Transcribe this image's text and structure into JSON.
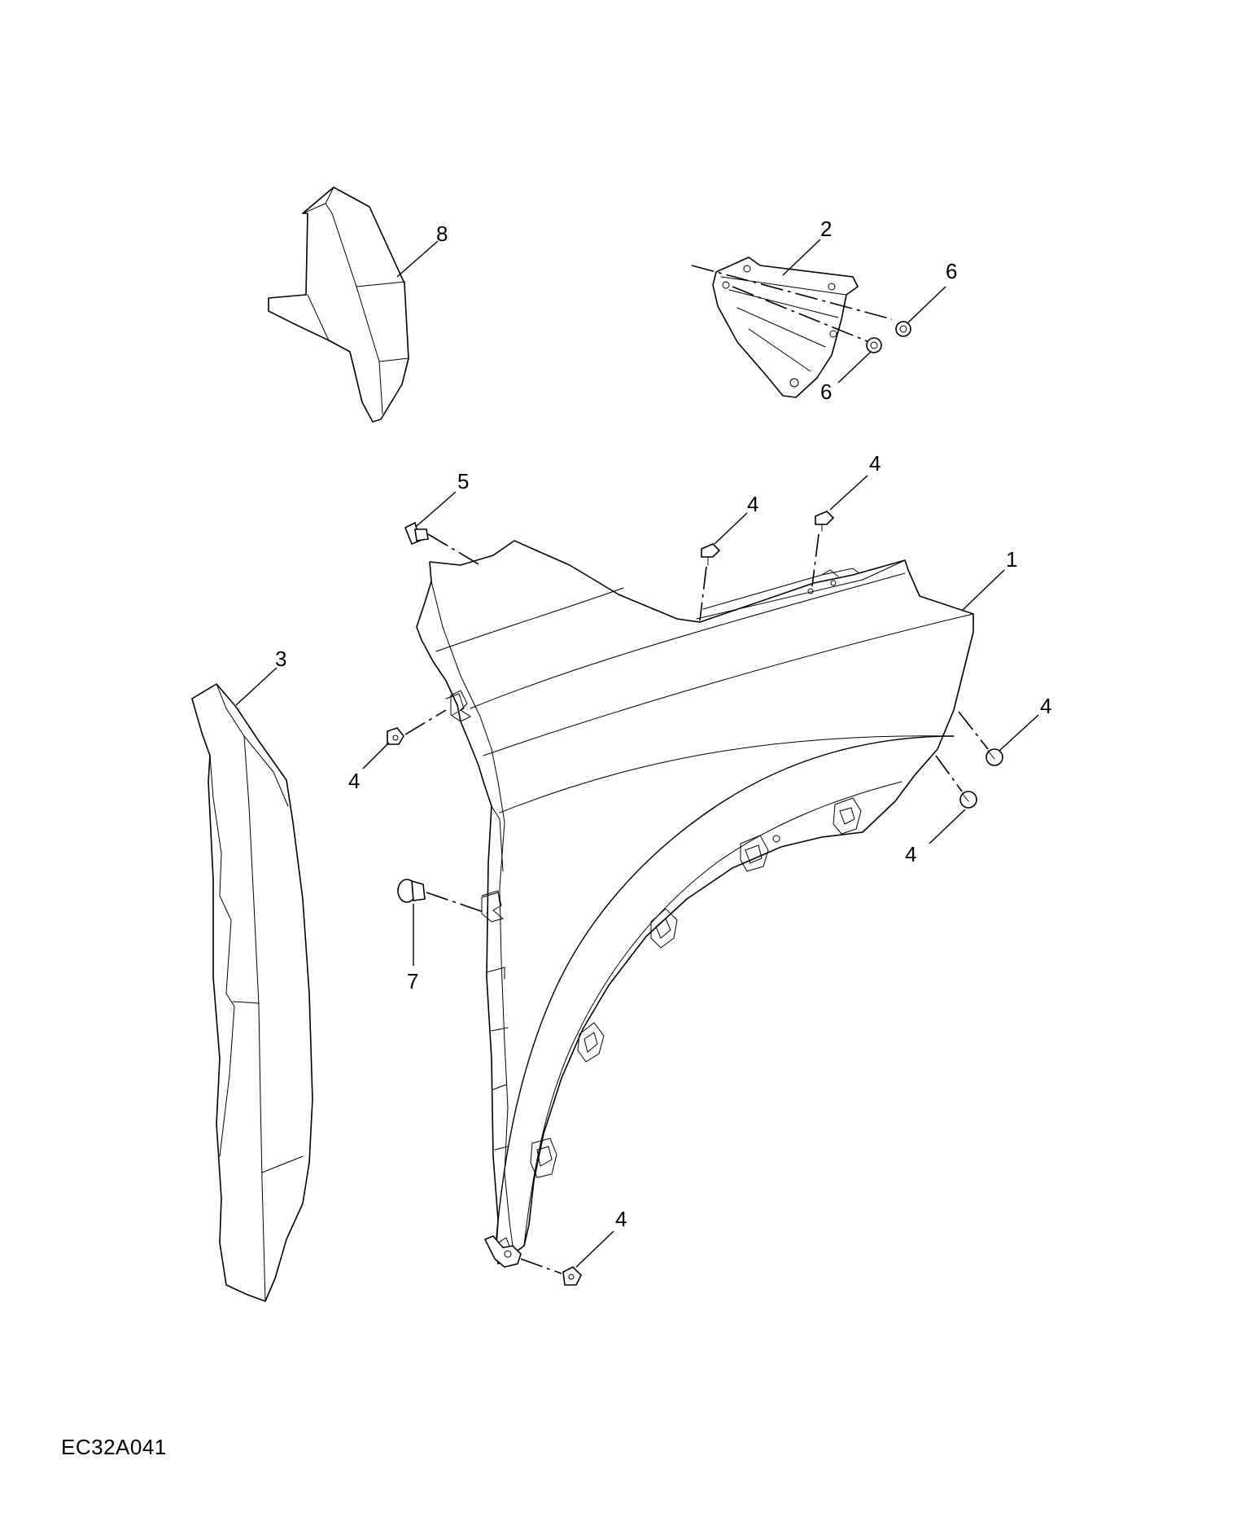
{
  "figure": {
    "code": "EC32A041"
  },
  "callouts": {
    "part_1": "1",
    "part_2": "2",
    "part_3": "3",
    "part_4": "4",
    "part_5": "5",
    "part_6": "6",
    "part_7": "7",
    "part_8": "8"
  },
  "colors": {
    "line": "#000000",
    "background": "#ffffff"
  }
}
